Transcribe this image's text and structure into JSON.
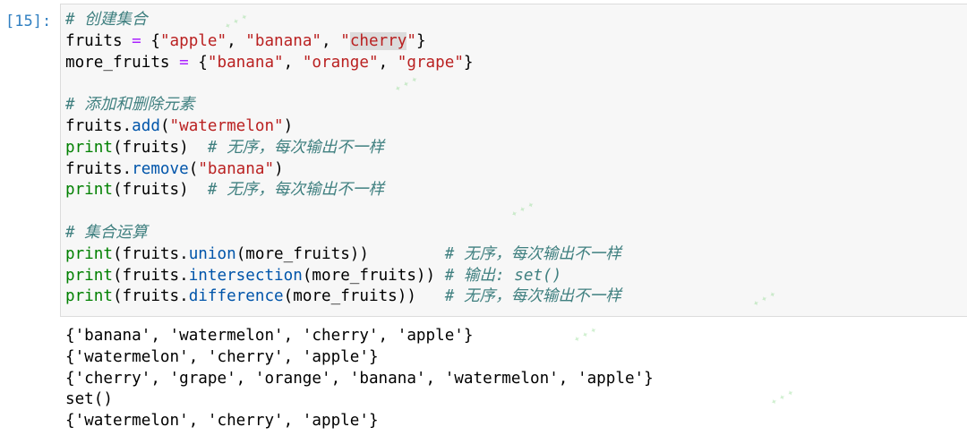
{
  "prompt": "[15]:",
  "code": {
    "l1": "# 创建集合",
    "l2a": "fruits ",
    "l2op": "=",
    "l2b": " {",
    "l2s1": "\"apple\"",
    "l2c1": ", ",
    "l2s2": "\"banana\"",
    "l2c2": ", ",
    "l2s3a": "\"",
    "l2s3hl": "cherry",
    "l2s3b": "\"",
    "l2e": "}",
    "l3a": "more_fruits ",
    "l3op": "=",
    "l3b": " {",
    "l3s1": "\"banana\"",
    "l3c1": ", ",
    "l3s2": "\"orange\"",
    "l3c2": ", ",
    "l3s3": "\"grape\"",
    "l3e": "}",
    "l5": "# 添加和删除元素",
    "l6a": "fruits.",
    "l6m": "add",
    "l6b": "(",
    "l6s": "\"watermelon\"",
    "l6e": ")",
    "l7p": "print",
    "l7b": "(fruits)  ",
    "l7c": "# 无序，每次输出不一样",
    "l8a": "fruits.",
    "l8m": "remove",
    "l8b": "(",
    "l8s": "\"banana\"",
    "l8e": ")",
    "l9p": "print",
    "l9b": "(fruits)  ",
    "l9c": "# 无序，每次输出不一样",
    "l11": "# 集合运算",
    "l12p": "print",
    "l12a": "(fruits.",
    "l12m": "union",
    "l12b": "(more_fruits))        ",
    "l12c": "# 无序，每次输出不一样",
    "l13p": "print",
    "l13a": "(fruits.",
    "l13m": "intersection",
    "l13b": "(more_fruits)) ",
    "l13c": "# 输出: set()",
    "l14p": "print",
    "l14a": "(fruits.",
    "l14m": "difference",
    "l14b": "(more_fruits))   ",
    "l14c": "# 无序，每次输出不一样"
  },
  "output": [
    "{'banana', 'watermelon', 'cherry', 'apple'}",
    "{'watermelon', 'cherry', 'apple'}",
    "{'cherry', 'grape', 'orange', 'banana', 'watermelon', 'apple'}",
    "set()",
    "{'watermelon', 'cherry', 'apple'}"
  ]
}
